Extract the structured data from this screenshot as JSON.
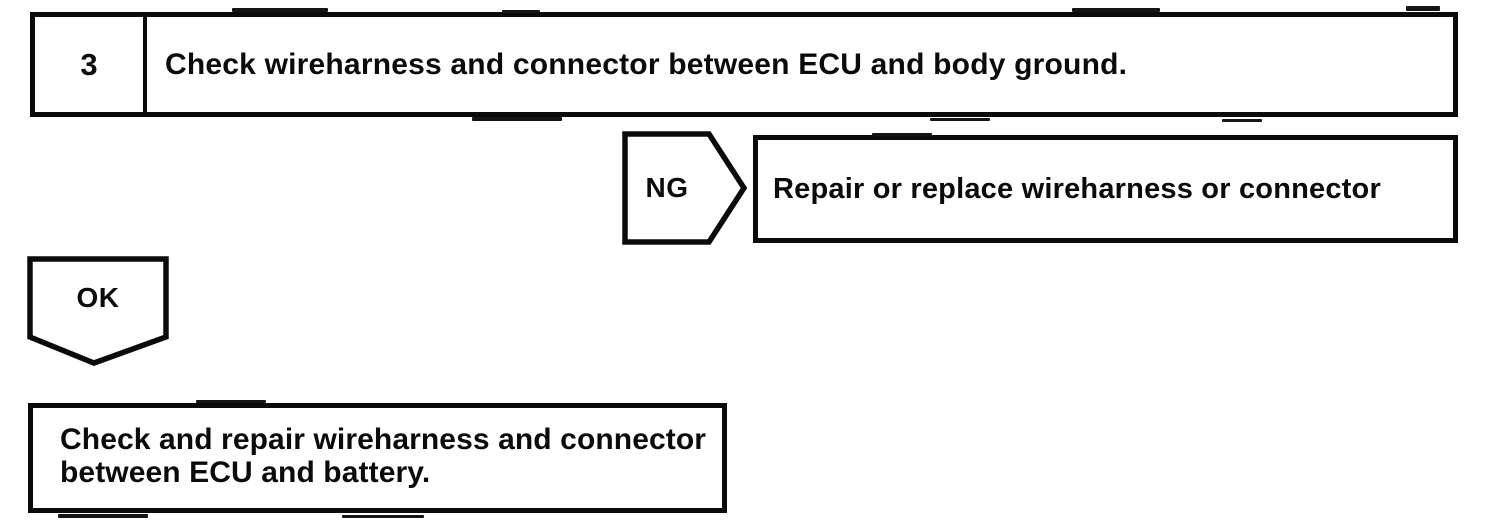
{
  "diagram": {
    "kind": "troubleshooting-flowchart",
    "step_box": {
      "number": "3",
      "instruction": "Check wireharness and connector between ECU and body ground."
    },
    "ng_branch": {
      "label": "NG",
      "action": "Repair or replace wireharness or connector"
    },
    "ok_branch": {
      "label": "OK",
      "result_lines": [
        "Check and repair wireharness and connector",
        "between ECU and battery."
      ]
    },
    "colors": {
      "ink": "#0b0b0b",
      "paper": "#ffffff"
    }
  }
}
